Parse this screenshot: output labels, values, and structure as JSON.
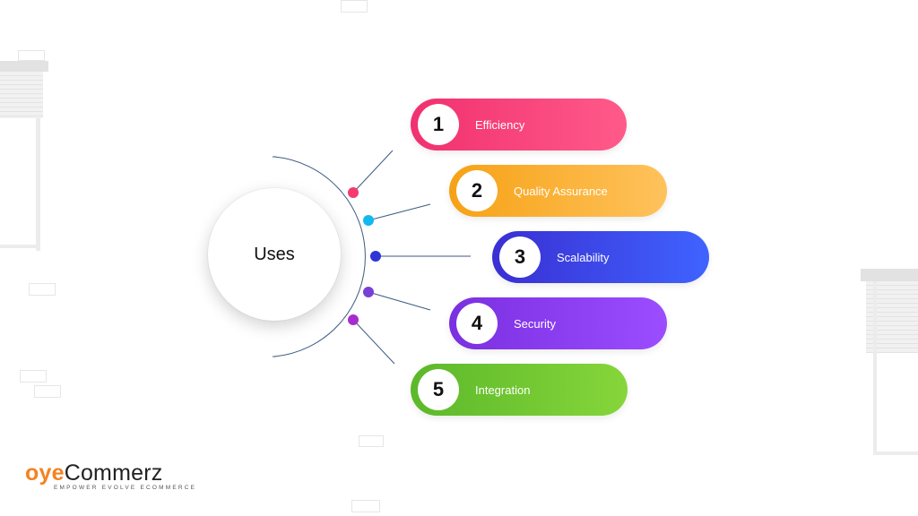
{
  "center": {
    "label": "Uses"
  },
  "items": [
    {
      "number": "1",
      "label": "Efficiency",
      "color": "#ff3d78"
    },
    {
      "number": "2",
      "label": "Quality Assurance",
      "color": "#fbb03b"
    },
    {
      "number": "3",
      "label": "Scalability",
      "color": "#3a4cf0"
    },
    {
      "number": "4",
      "label": "Security",
      "color": "#8f3df0"
    },
    {
      "number": "5",
      "label": "Integration",
      "color": "#6cc52e"
    }
  ],
  "dot_colors": [
    "#f53a6e",
    "#13b8ef",
    "#2d35d6",
    "#7a3fd6",
    "#a72ccf"
  ],
  "logo": {
    "brand_accent": "oye",
    "brand_rest": "Commerz",
    "tagline": "EMPOWER EVOLVE ECOMMERCE"
  }
}
